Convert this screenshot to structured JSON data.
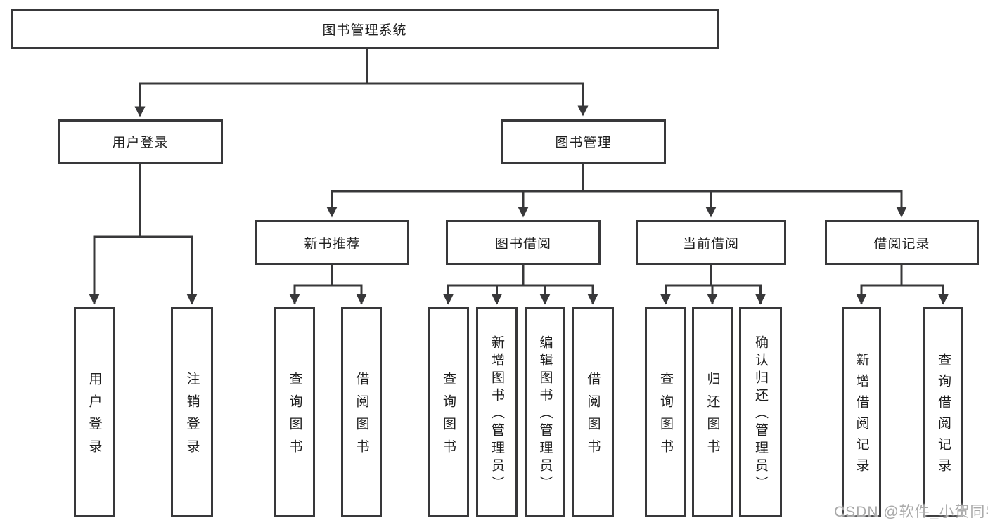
{
  "diagram_title": "图书管理系统",
  "watermark": "CSDN @软件_小贺同学",
  "colors": {
    "line": "#38383a",
    "box_border": "#38383a",
    "text": "#1e1e1e",
    "watermark": "#a9a9a9",
    "background": "#ffffff"
  },
  "nodes": {
    "root": "图书管理系统",
    "user_login": "用户登录",
    "book_management": "图书管理",
    "new_book_recommend": "新书推荐",
    "book_borrow": "图书借阅",
    "current_borrow": "当前借阅",
    "borrow_record": "借阅记录",
    "user_login_leaf": "用户登录",
    "logout": "注销登录",
    "recommend_query_book": "查询图书",
    "recommend_borrow_book": "借阅图书",
    "borrow_query_book": "查询图书",
    "borrow_add_book": "新增图书（管理员）",
    "borrow_edit_book": "编辑图书（管理员）",
    "borrow_borrow_book": "借阅图书",
    "current_query_book": "查询图书",
    "current_return_book": "归还图书",
    "current_confirm_return": "确认归还（管理员）",
    "record_add": "新增借阅记录",
    "record_query": "查询借阅记录"
  },
  "hierarchy": {
    "图书管理系统": {
      "用户登录": [
        "用户登录",
        "注销登录"
      ],
      "图书管理": {
        "新书推荐": [
          "查询图书",
          "借阅图书"
        ],
        "图书借阅": [
          "查询图书",
          "新增图书（管理员）",
          "编辑图书（管理员）",
          "借阅图书"
        ],
        "当前借阅": [
          "查询图书",
          "归还图书",
          "确认归还（管理员）"
        ],
        "借阅记录": [
          "新增借阅记录",
          "查询借阅记录"
        ]
      }
    }
  }
}
